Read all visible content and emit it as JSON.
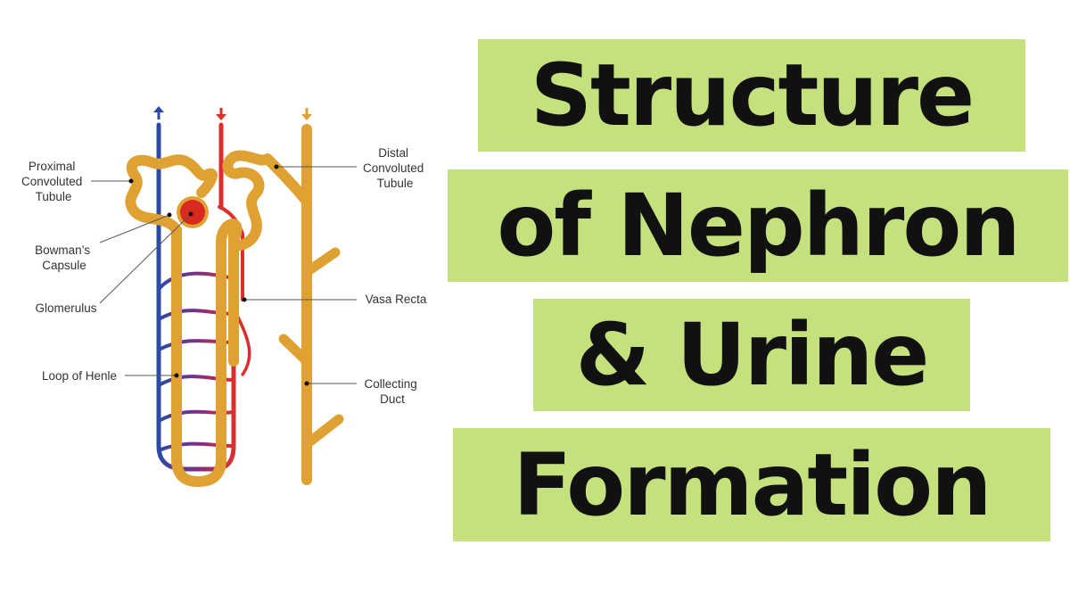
{
  "colors": {
    "title_highlight": "#c5e17d",
    "tubule": "#e0a133",
    "artery": "#dd2e2e",
    "vein": "#2b4aa6",
    "glomerulus": "#d82a1f"
  },
  "title": {
    "lines": [
      "Structure",
      "of Nephron",
      "& Urine",
      "Formation"
    ]
  },
  "diagram": {
    "arrows": [
      {
        "color": "vein",
        "direction": "up"
      },
      {
        "color": "artery",
        "direction": "down"
      },
      {
        "color": "tubule",
        "direction": "down"
      }
    ],
    "labels": {
      "pct": [
        "Proximal",
        "Convoluted",
        "Tubule"
      ],
      "bowman": [
        "Bowman’s",
        "Capsule"
      ],
      "glomerulus": [
        "Glomerulus"
      ],
      "loop": [
        "Loop of Henle"
      ],
      "dct": [
        "Distal",
        "Convoluted",
        "Tubule"
      ],
      "vasa": [
        "Vasa Recta"
      ],
      "duct": [
        "Collecting",
        "Duct"
      ]
    }
  }
}
